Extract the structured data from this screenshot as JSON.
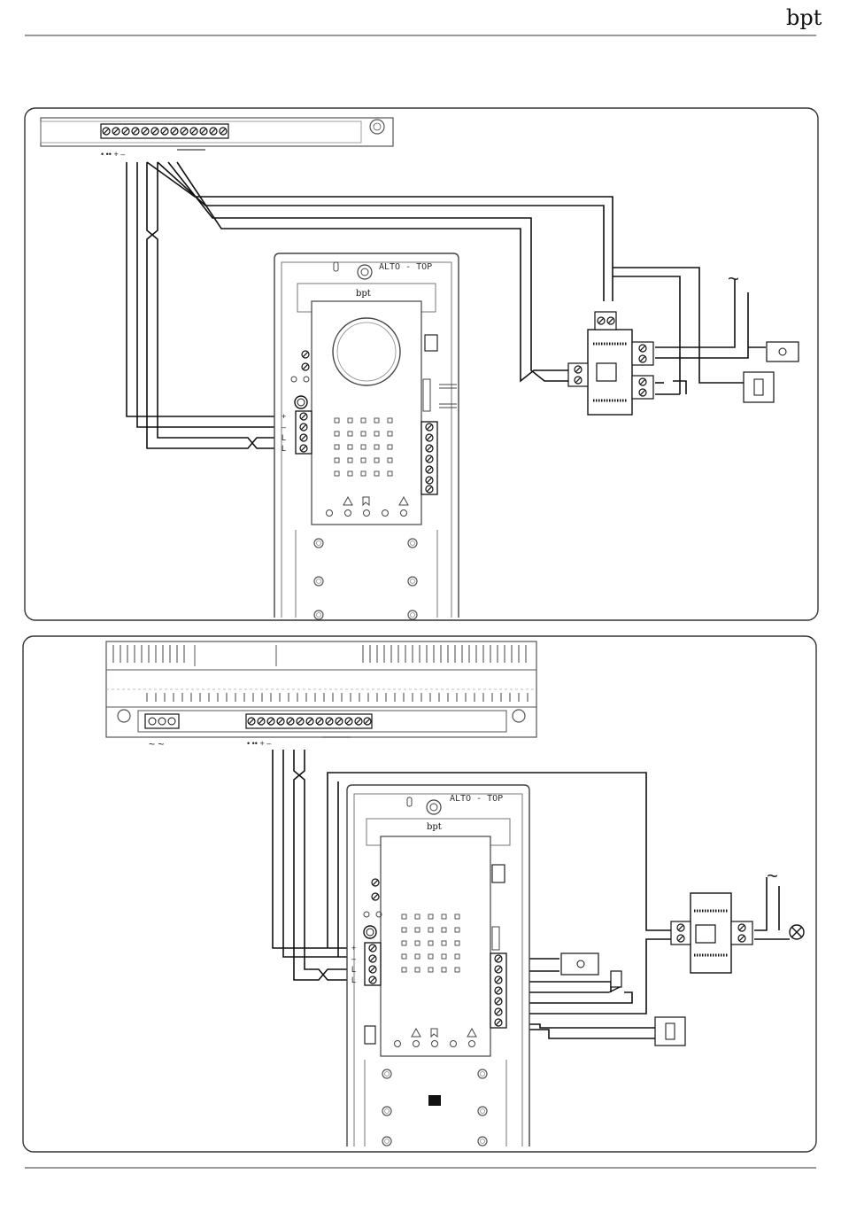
{
  "header": {
    "logo_text": "bpt"
  },
  "panel_top": {
    "bus_terminal_labels": "•   •• + –",
    "entrance_panel": {
      "title": "ALTO - TOP",
      "brand": "bpt",
      "left_terminal_labels": [
        "+",
        "–",
        "L",
        "L"
      ]
    },
    "ac_symbol": "~"
  },
  "panel_bottom": {
    "ac_terminal_labels": "~  ~",
    "bus_terminal_labels": "•   •• + –",
    "entrance_panel": {
      "title": "ALTO - TOP",
      "brand": "bpt",
      "left_terminal_labels": [
        "+",
        "–",
        "L",
        "L"
      ]
    },
    "ac_symbol": "~"
  },
  "colors": {
    "line": "#111111",
    "panel_stroke": "#444444",
    "device_fill": "#ffffff"
  }
}
